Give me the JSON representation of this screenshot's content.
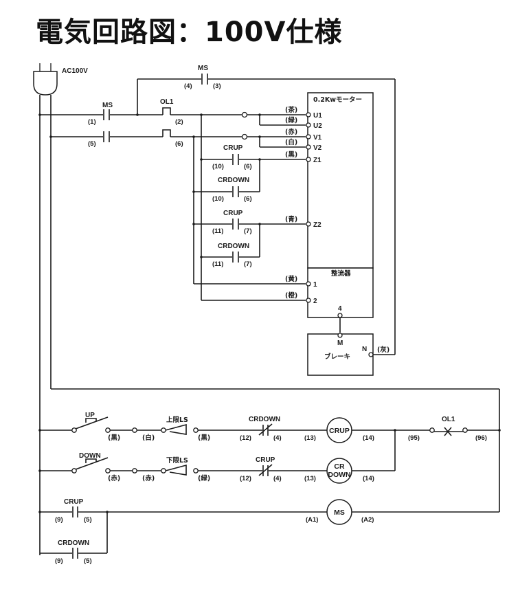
{
  "title": "電気回路図：100V仕様",
  "power": {
    "label": "AC100V"
  },
  "power_circuit": {
    "ms_main": {
      "label": "MS",
      "left": "(1)",
      "right": "",
      "left2": "(5)",
      "right2": ""
    },
    "ms_aux": {
      "label": "MS",
      "left": "(4)",
      "right": "(3)"
    },
    "ol1": {
      "label": "OL1",
      "t1": "(2)",
      "t2": "(6)"
    },
    "contacts": [
      {
        "label": "CRUP",
        "left": "(10)",
        "right": "(6)"
      },
      {
        "label": "CRDOWN",
        "left": "(10)",
        "right": "(6)"
      },
      {
        "label": "CRUP",
        "left": "(11)",
        "right": "(7)"
      },
      {
        "label": "CRDOWN",
        "left": "(11)",
        "right": "(7)"
      }
    ]
  },
  "motor": {
    "title": "0.2Kwモーター",
    "terminals": [
      {
        "name": "U1",
        "wire": "(茶)"
      },
      {
        "name": "U2",
        "wire": "(緑)"
      },
      {
        "name": "V1",
        "wire": "(赤)"
      },
      {
        "name": "V2",
        "wire": "(白)"
      },
      {
        "name": "Z1",
        "wire": "(黒)"
      },
      {
        "name": "Z2",
        "wire": "(青)"
      }
    ]
  },
  "rectifier": {
    "title": "整流器",
    "terminals": [
      {
        "name": "1",
        "wire": "(黄)"
      },
      {
        "name": "2",
        "wire": "(橙)"
      },
      {
        "name": "4",
        "wire": ""
      }
    ]
  },
  "brake": {
    "title": "ブレーキ",
    "terminal_m": "M",
    "terminal_n": "N",
    "wire_n": "(灰)"
  },
  "control_circuit": {
    "rung_up": {
      "switch": "UP",
      "w1": "(黒)",
      "w2": "(白)",
      "limit": "上限LS",
      "w3": "(黒)",
      "interlock": "CRDOWN",
      "i1": "(12)",
      "i2": "(4)",
      "c1": "(13)",
      "coil": "CRUP",
      "c2": "(14)",
      "ol_left": "(95)",
      "ol": "OL1",
      "ol_right": "(96)"
    },
    "rung_down": {
      "switch": "DOWN",
      "w1": "(赤)",
      "w2": "(赤)",
      "limit": "下限LS",
      "w3": "(緑)",
      "interlock": "CRUP",
      "i1": "(12)",
      "i2": "(4)",
      "c1": "(13)",
      "coil_l1": "CR",
      "coil_l2": "DOWN",
      "c2": "(14)"
    },
    "rung_ms": {
      "contact1": "CRUP",
      "c1_left": "(9)",
      "c1_right": "(5)",
      "contact2": "CRDOWN",
      "c2_left": "(9)",
      "c2_right": "(5)",
      "a1": "(A1)",
      "coil": "MS",
      "a2": "(A2)"
    }
  }
}
